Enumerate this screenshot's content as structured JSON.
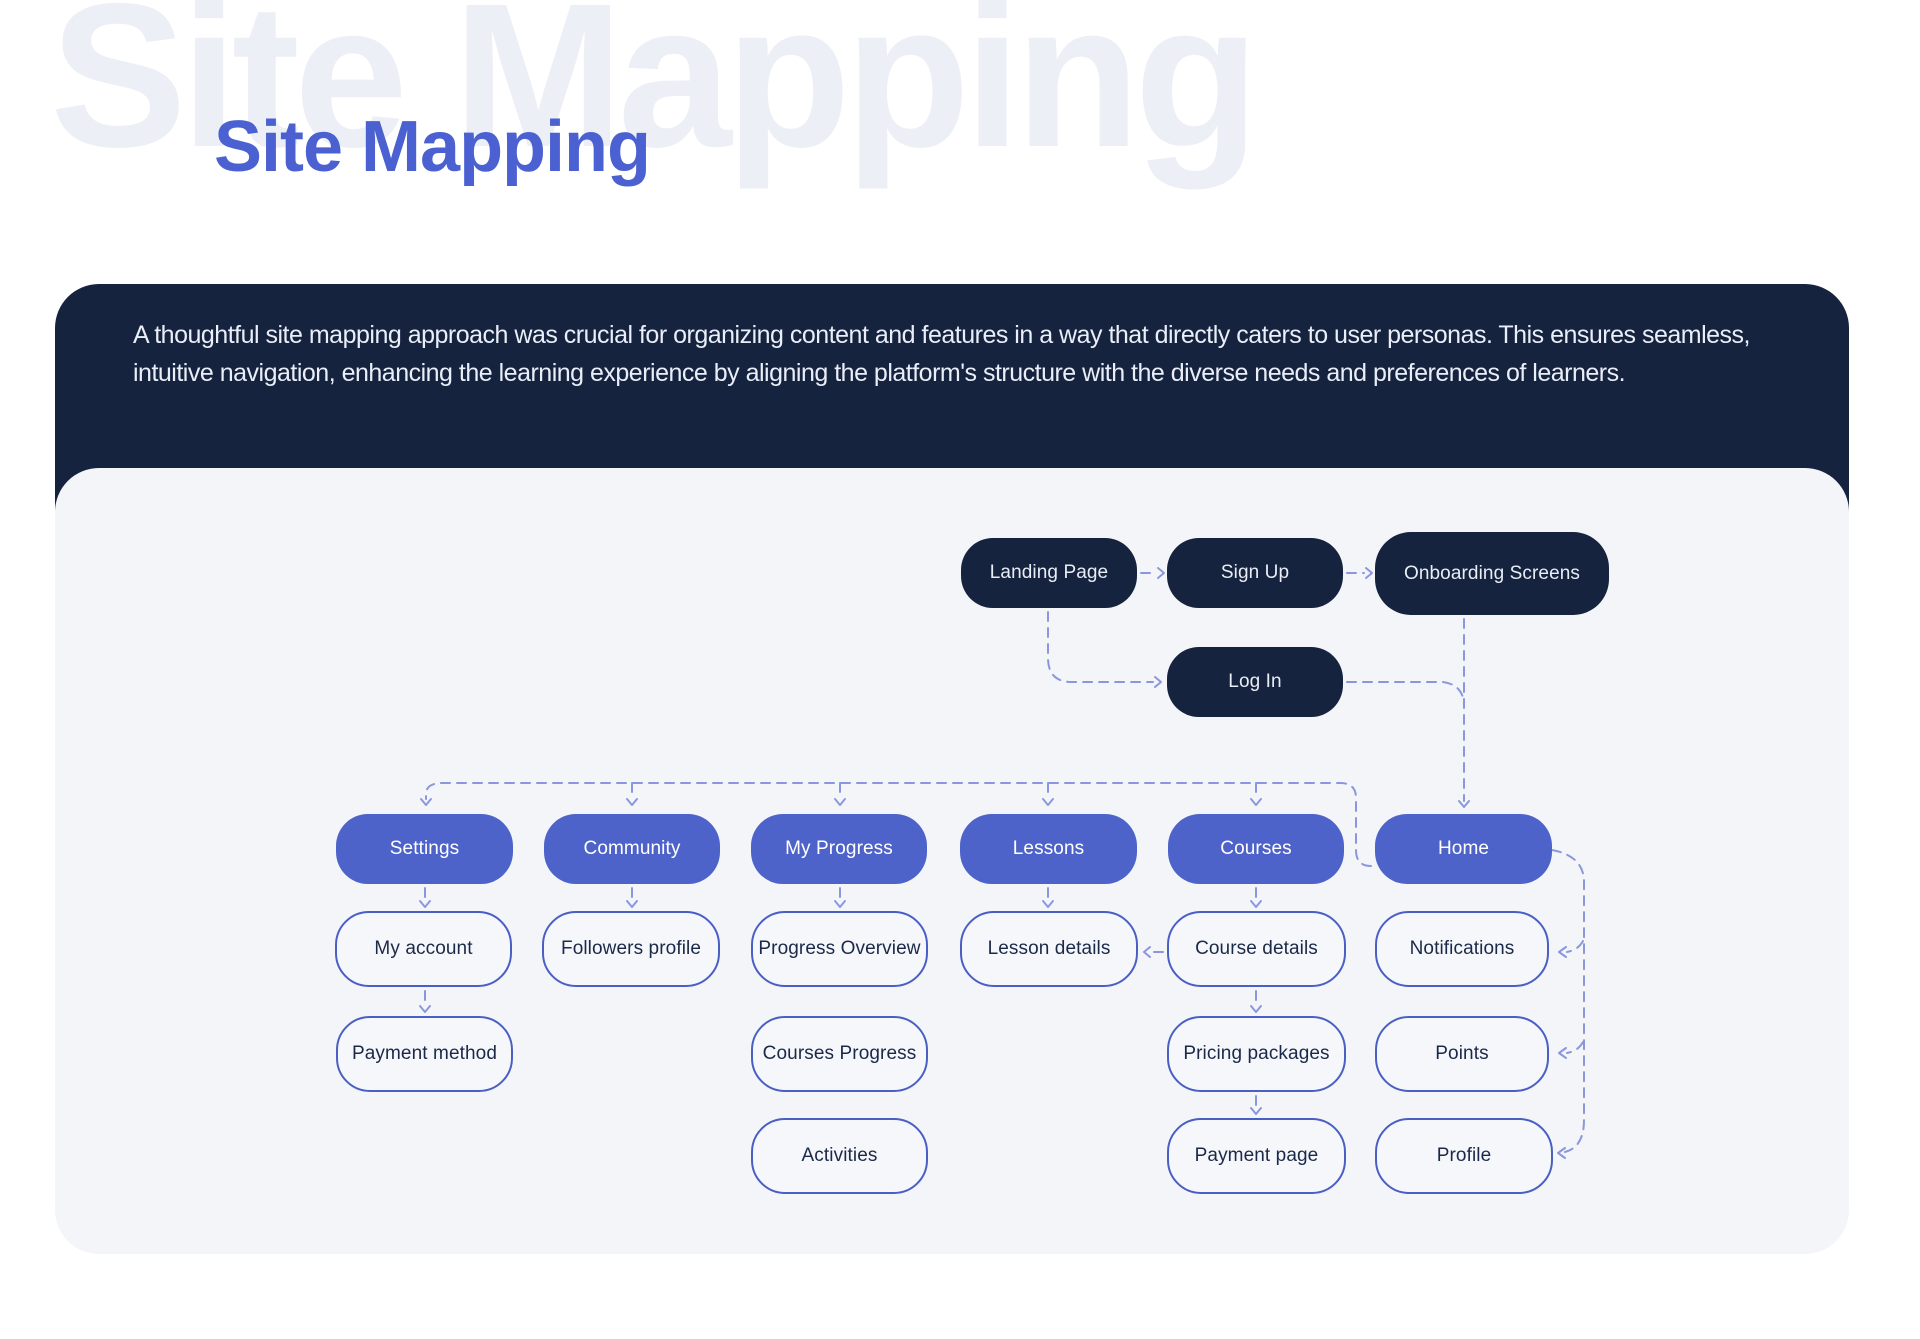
{
  "header": {
    "ghost_title": "Site Mapping",
    "title": "Site Mapping"
  },
  "intro": {
    "text": "A thoughtful site mapping approach was crucial for organizing content and features in a way that directly caters to user personas. This ensures seamless, intuitive navigation, enhancing the learning experience by aligning the platform's structure with the diverse needs and preferences of learners."
  },
  "colors": {
    "title_blue": "#4b61d1",
    "ghost_text": "#edeff6",
    "dark_navy": "#16233e",
    "light_panel": "#f3f5f9",
    "primary_node": "#4e63c9",
    "outline_border": "#4a5fc4",
    "outline_text": "#1b2948",
    "connector": "#8b97dd"
  },
  "sitemap": {
    "nodes": {
      "landing_page": "Landing Page",
      "sign_up": "Sign Up",
      "onboarding_screens": "Onboarding Screens",
      "log_in": "Log In",
      "settings": "Settings",
      "community": "Community",
      "my_progress": "My Progress",
      "lessons": "Lessons",
      "courses": "Courses",
      "home": "Home",
      "my_account": "My account",
      "followers_profile": "Followers profile",
      "progress_overview": "Progress Overview",
      "lesson_details": "Lesson details",
      "course_details": "Course details",
      "notifications": "Notifications",
      "payment_method": "Payment method",
      "courses_progress": "Courses Progress",
      "pricing_packages": "Pricing packages",
      "points": "Points",
      "activities": "Activities",
      "payment_page": "Payment page",
      "profile": "Profile"
    }
  }
}
